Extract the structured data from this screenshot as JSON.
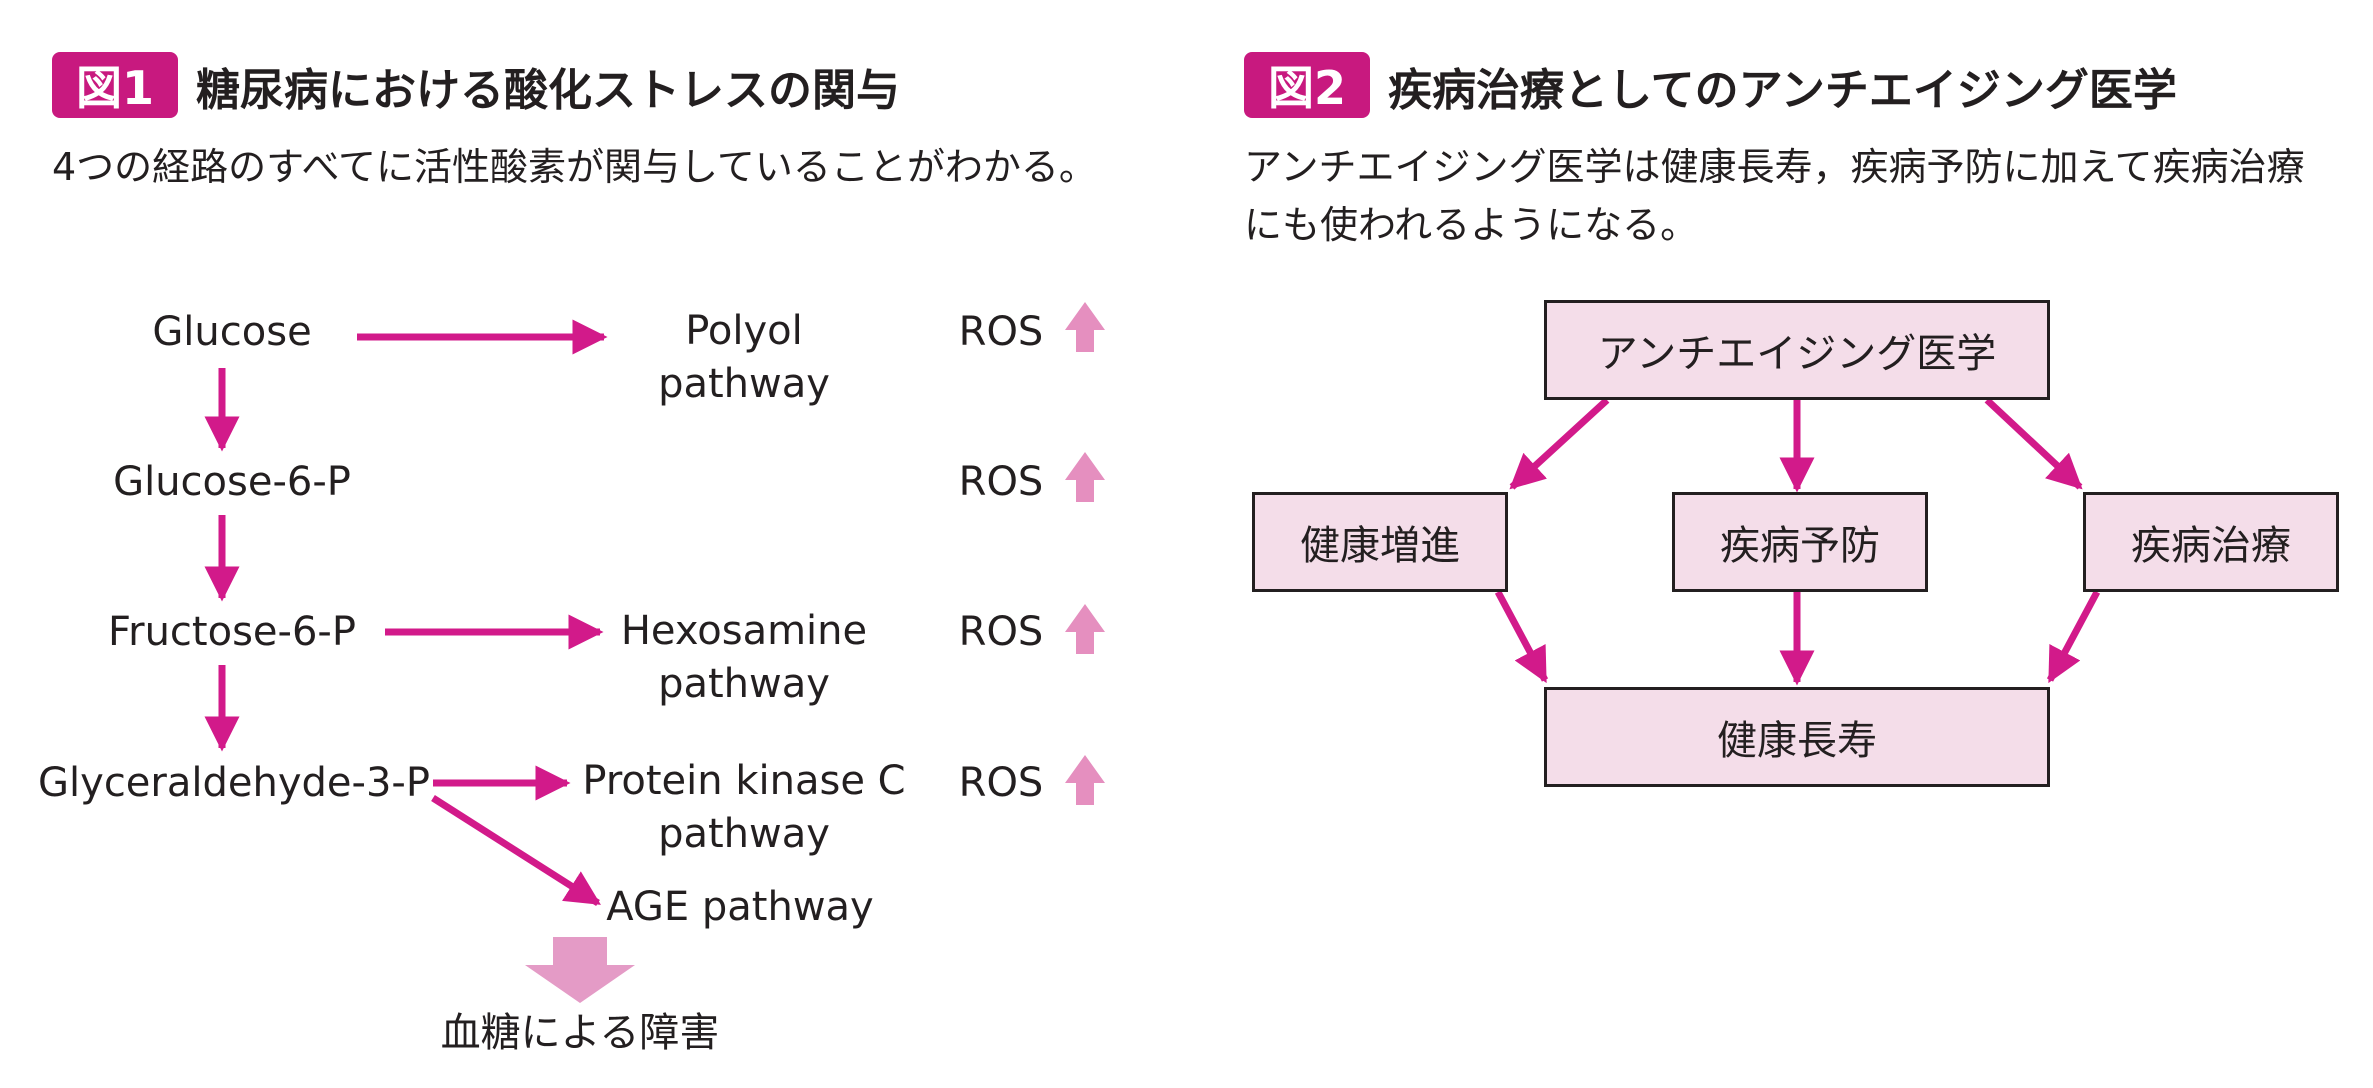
{
  "fig1": {
    "badge": "図1",
    "title": "糖尿病における酸化ストレスの関与",
    "description": "4つの経路のすべてに活性酸素が関与していることがわかる。",
    "nodes": {
      "glucose": "Glucose",
      "glucose_6_p": "Glucose-6-P",
      "fructose_6_p": "Fructose-6-P",
      "glyceraldehyde_3_p": "Glyceraldehyde-3-P"
    },
    "pathways": {
      "polyol": "Polyol pathway",
      "hexosamine": "Hexosamine pathway",
      "pkc": "Protein kinase C pathway",
      "age": "AGE pathway"
    },
    "ros_label": "ROS",
    "outcome": "血糖による障害"
  },
  "fig2": {
    "badge": "図2",
    "title": "疾病治療としてのアンチエイジング医学",
    "description": "アンチエイジング医学は健康長寿，疾病予防に加えて疾病治療にも使われるようになる。",
    "boxes": {
      "top": "アンチエイジング医学",
      "left": "健康増進",
      "center": "疾病予防",
      "right": "疾病治療",
      "bottom": "健康長寿"
    }
  },
  "colors": {
    "accent": "#c8197f",
    "arrow": "#d21a8a",
    "ros_arrow": "#e58fbf",
    "big_arrow": "#e49bc6",
    "box_fill": "#f4dde9",
    "text": "#231f20"
  }
}
